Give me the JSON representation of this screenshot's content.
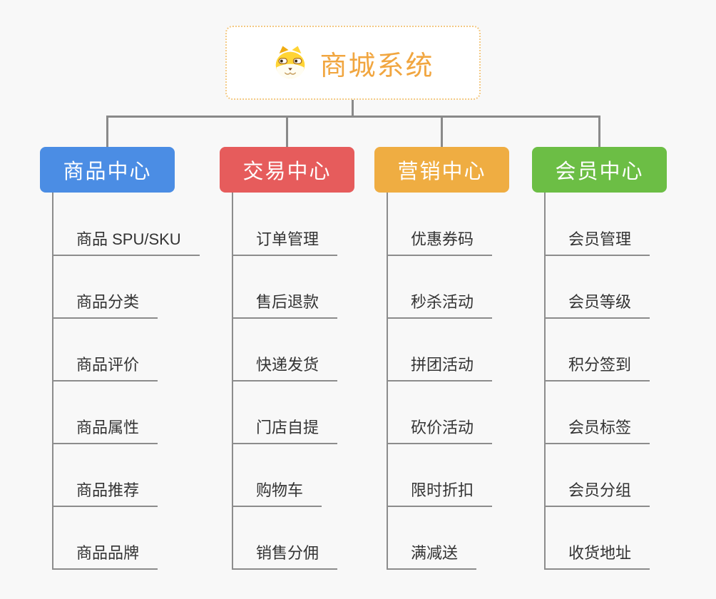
{
  "root": {
    "title": "商城系统",
    "icon": "shiba-dog-icon",
    "title_color": "#f1a640",
    "border_color": "#f3c983"
  },
  "branches": [
    {
      "label": "商品中心",
      "color": "#4b8de4",
      "children": [
        "商品 SPU/SKU",
        "商品分类",
        "商品评价",
        "商品属性",
        "商品推荐",
        "商品品牌"
      ]
    },
    {
      "label": "交易中心",
      "color": "#e65c5c",
      "children": [
        "订单管理",
        "售后退款",
        "快递发货",
        "门店自提",
        "购物车",
        "销售分佣"
      ]
    },
    {
      "label": "营销中心",
      "color": "#efad42",
      "children": [
        "优惠券码",
        "秒杀活动",
        "拼团活动",
        "砍价活动",
        "限时折扣",
        "满减送"
      ]
    },
    {
      "label": "会员中心",
      "color": "#6cbe45",
      "children": [
        "会员管理",
        "会员等级",
        "积分签到",
        "会员标签",
        "会员分组",
        "收货地址"
      ]
    }
  ],
  "colors": {
    "background": "#f8f8f8",
    "connector": "#8a8a8a",
    "subtopic_text": "#333333"
  }
}
